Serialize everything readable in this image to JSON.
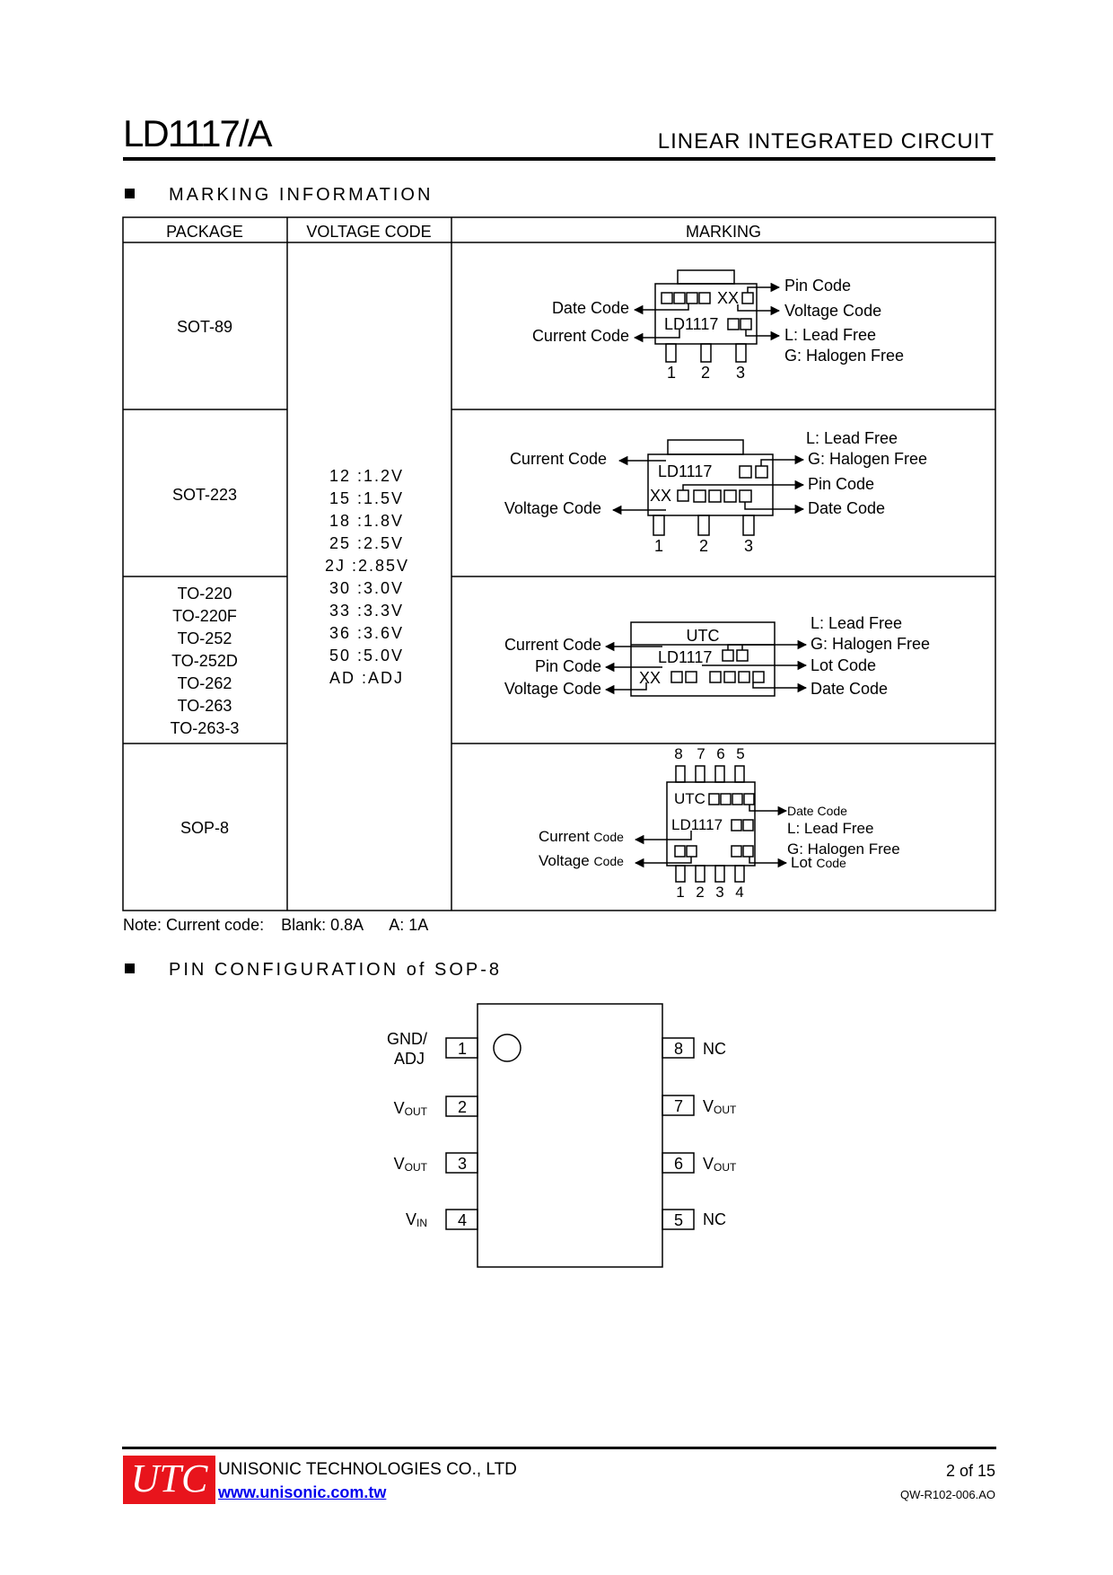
{
  "header": {
    "title": "LD1117/A",
    "subtitle": "LINEAR INTEGRATED CIRCUIT"
  },
  "marking_section": {
    "heading": "MARKING INFORMATION",
    "columns": [
      "PACKAGE",
      "VOLTAGE CODE",
      "MARKING"
    ],
    "voltage_codes": [
      "12 :1.2V",
      "15 :1.5V",
      "18 :1.8V",
      "25 :2.5V",
      "2J :2.85V",
      "30 :3.0V",
      "33 :3.3V",
      "36 :3.6V",
      "50 :5.0V",
      "AD :ADJ"
    ],
    "rows": [
      {
        "packages": [
          "SOT-89"
        ],
        "chip_text": [
          "XX",
          "LD1117"
        ],
        "left_labels": [
          "Date Code",
          "Current Code"
        ],
        "right_labels": [
          "Pin Code",
          "Voltage Code",
          "L: Lead Free",
          "G: Halogen Free"
        ],
        "pins": [
          "1",
          "2",
          "3"
        ]
      },
      {
        "packages": [
          "SOT-223"
        ],
        "chip_text": [
          "LD1117",
          "XX"
        ],
        "left_labels": [
          "Current Code",
          "Voltage Code"
        ],
        "right_labels": [
          "L: Lead Free",
          "G: Halogen Free",
          "Pin Code",
          "Date Code"
        ],
        "pins": [
          "1",
          "2",
          "3"
        ]
      },
      {
        "packages": [
          "TO-220",
          "TO-220F",
          "TO-252",
          "TO-252D",
          "TO-262",
          "TO-263",
          "TO-263-3"
        ],
        "chip_text": [
          "UTC",
          "LD1117",
          "XX"
        ],
        "left_labels": [
          "Current Code",
          "Pin Code",
          "Voltage Code"
        ],
        "right_labels": [
          "L: Lead Free",
          "G: Halogen Free",
          "Lot Code",
          "Date Code"
        ]
      },
      {
        "packages": [
          "SOP-8"
        ],
        "chip_text": [
          "UTC",
          "LD1117"
        ],
        "left_labels": [
          {
            "main": "Current",
            "small": "Code"
          },
          {
            "main": "Voltage",
            "small": "Code"
          }
        ],
        "right_labels": [
          {
            "main": "Date Code",
            "small": ""
          },
          {
            "main": "L: Lead Free",
            "small": ""
          },
          {
            "main": "G: Halogen Free",
            "small": ""
          },
          {
            "main": "Lot",
            "small": "Code"
          }
        ],
        "pins_top": [
          "8",
          "7",
          "6",
          "5"
        ],
        "pins_bottom": [
          "1",
          "2",
          "3",
          "4"
        ]
      }
    ],
    "note": {
      "label": "Note: Current code:",
      "blank": "Blank: 0.8A",
      "a": "A: 1A"
    }
  },
  "pin_section": {
    "heading": "PIN CONFIGURATION of SOP-8",
    "left_pins": [
      {
        "number": "1",
        "name": "GND/",
        "name2": "ADJ",
        "sub": ""
      },
      {
        "number": "2",
        "name": "V",
        "name2": "",
        "sub": "OUT"
      },
      {
        "number": "3",
        "name": "V",
        "name2": "",
        "sub": "OUT"
      },
      {
        "number": "4",
        "name": "V",
        "name2": "",
        "sub": "IN"
      }
    ],
    "right_pins": [
      {
        "number": "8",
        "name": "NC",
        "sub": ""
      },
      {
        "number": "7",
        "name": "V",
        "sub": "OUT"
      },
      {
        "number": "6",
        "name": "V",
        "sub": "OUT"
      },
      {
        "number": "5",
        "name": "NC",
        "sub": ""
      }
    ]
  },
  "footer": {
    "logo_text": "UTC",
    "company": "UNISONIC TECHNOLOGIES CO., LTD",
    "website": "www.unisonic.com.tw",
    "page": "2 of 15",
    "doc_id": "QW-R102-006.AO"
  }
}
